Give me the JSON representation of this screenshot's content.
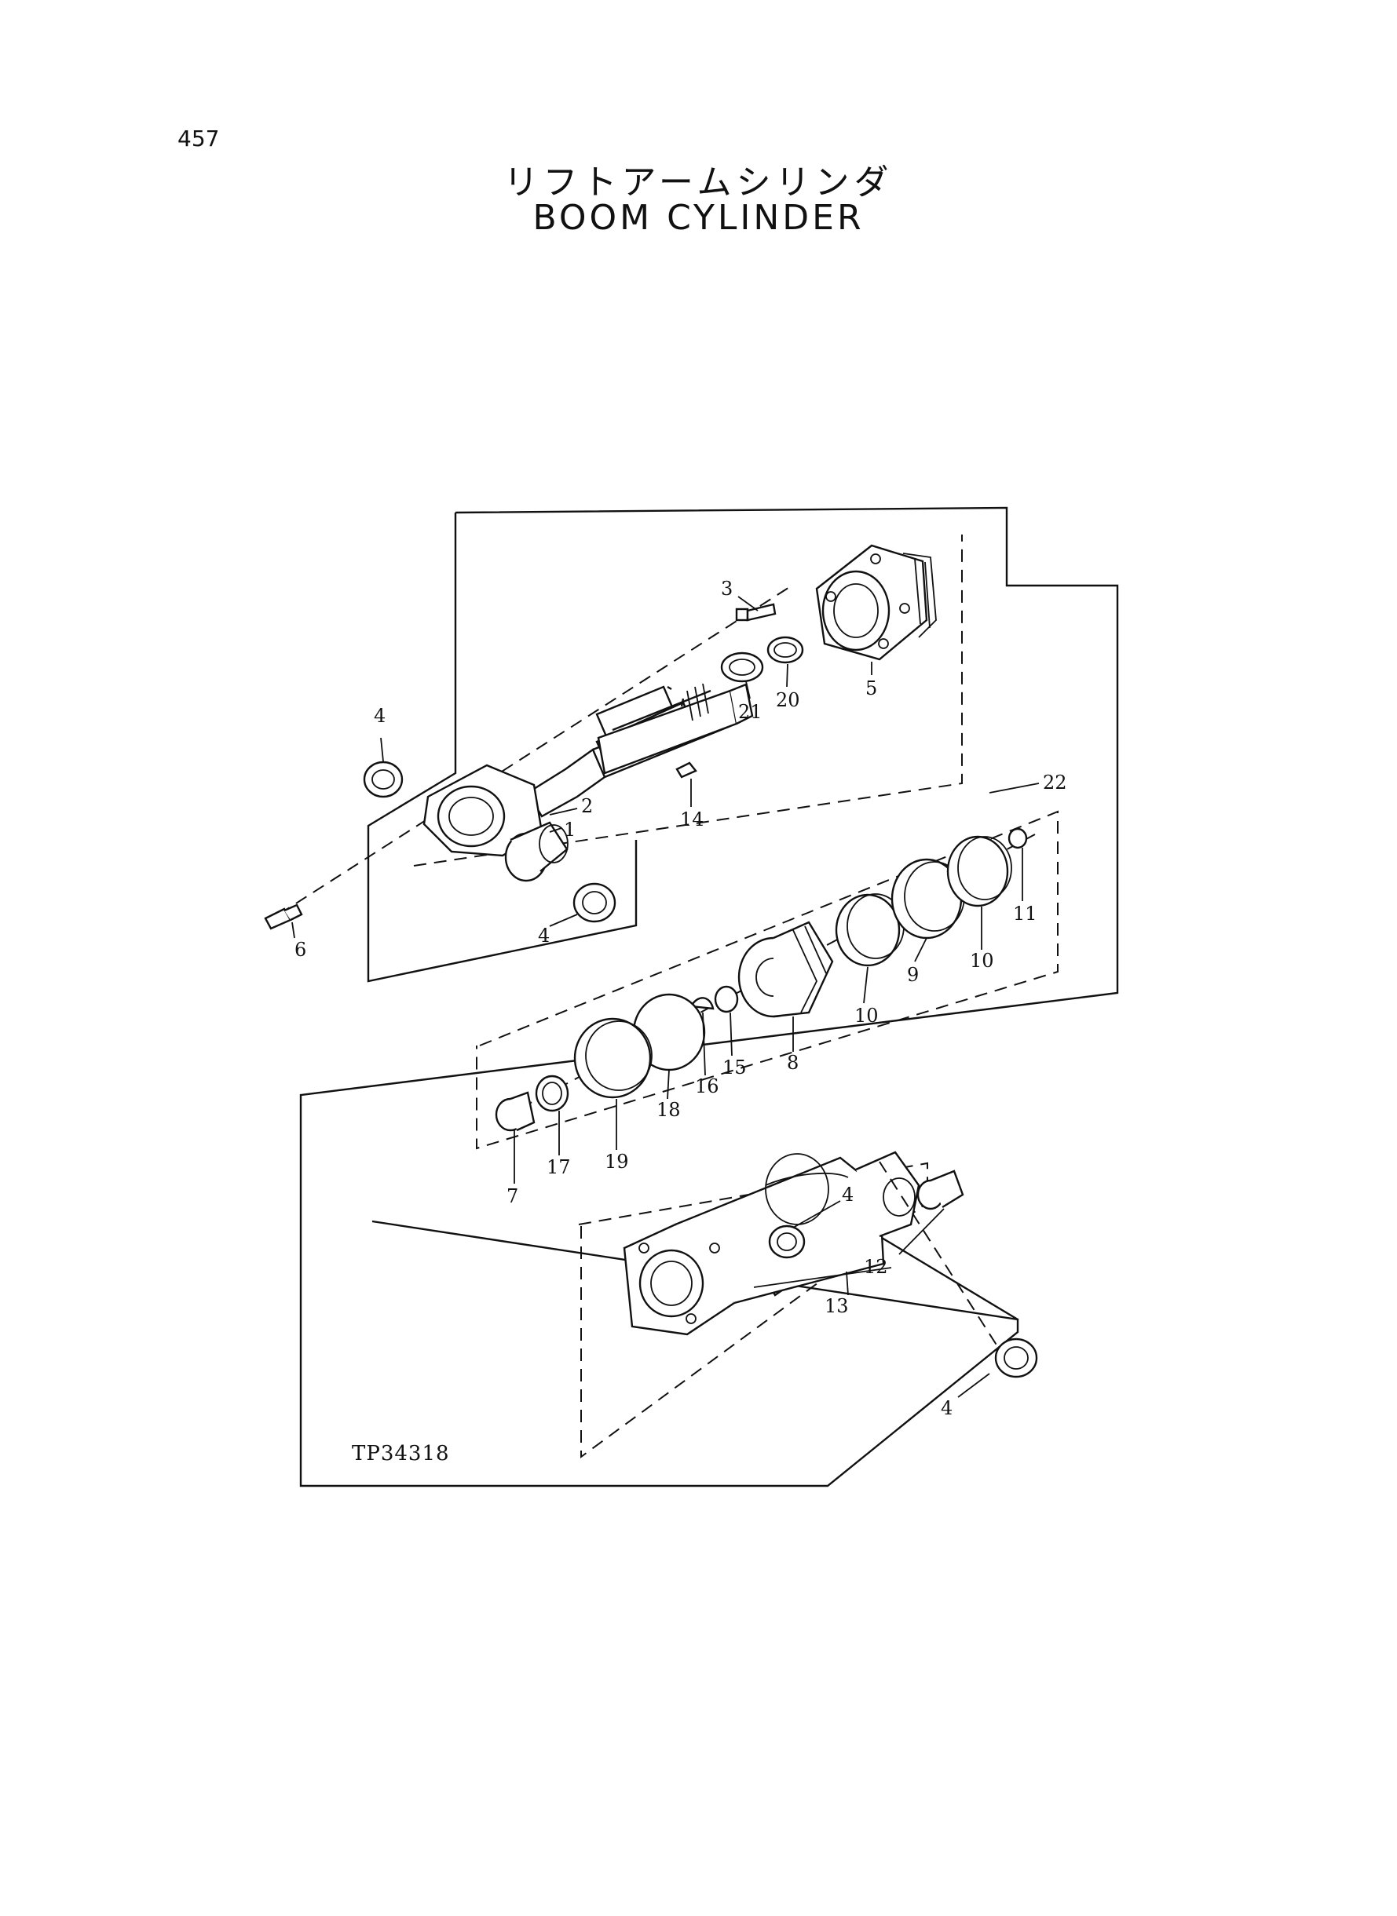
{
  "page_number": "457",
  "title_jp": "リフトアームシリンダ",
  "title_en": "BOOM CYLINDER",
  "drawing_code": "TP34318",
  "callouts": [
    "1",
    "2",
    "3",
    "4",
    "4",
    "4",
    "4",
    "5",
    "6",
    "7",
    "8",
    "9",
    "10",
    "10",
    "11",
    "12",
    "13",
    "14",
    "15",
    "16",
    "17",
    "18",
    "19",
    "20",
    "21",
    "22"
  ]
}
